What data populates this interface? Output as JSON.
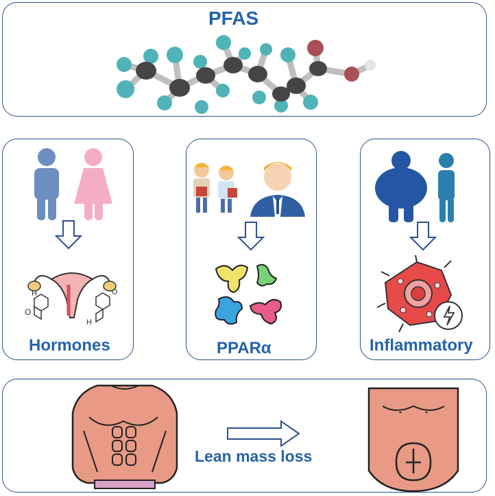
{
  "top": {
    "title": "PFAS"
  },
  "panels": [
    {
      "label": "Hormones"
    },
    {
      "label": "PPARα"
    },
    {
      "label": "Inflammatory"
    }
  ],
  "bottom": {
    "label": "Lean mass loss"
  },
  "colors": {
    "border": "#2a4f8f",
    "title_text": "#2563a8",
    "fluorine_atom": "#4fb3b8",
    "carbon_atom": "#454545",
    "oxygen_atom": "#a8505a",
    "male_figure": "#6d8fbf",
    "female_figure": "#f4aec3",
    "arrow_outline": "#2a4f8f",
    "skin": "#e89a86",
    "cell": "#e84a4a"
  }
}
